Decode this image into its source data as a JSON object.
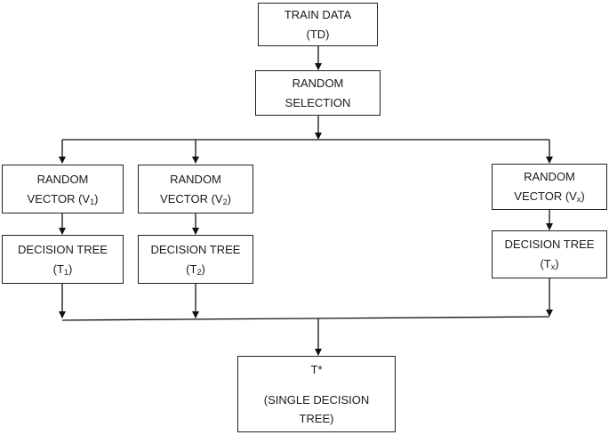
{
  "train": {
    "line1": "TRAIN DATA",
    "line2": "(TD)"
  },
  "selection": {
    "line1": "RANDOM",
    "line2": "SELECTION"
  },
  "branches": [
    {
      "vector_line1": "RANDOM",
      "vector_prefix": "VECTOR (V",
      "vector_sub": "1",
      "vector_suffix": ")",
      "tree_line1": "DECISION TREE",
      "tree_prefix": "(T",
      "tree_sub": "1",
      "tree_suffix": ")"
    },
    {
      "vector_line1": "RANDOM",
      "vector_prefix": "VECTOR (V",
      "vector_sub": "2",
      "vector_suffix": ")",
      "tree_line1": "DECISION TREE",
      "tree_prefix": "(T",
      "tree_sub": "2",
      "tree_suffix": ")"
    },
    {
      "vector_line1": "RANDOM",
      "vector_prefix": "VECTOR (V",
      "vector_sub": "x",
      "vector_suffix": ")",
      "tree_line1": "DECISION TREE",
      "tree_prefix": "(T",
      "tree_sub": "x",
      "tree_suffix": ")"
    }
  ],
  "final": {
    "line1": "T*",
    "line2": "(SINGLE DECISION",
    "line3": "TREE)"
  }
}
